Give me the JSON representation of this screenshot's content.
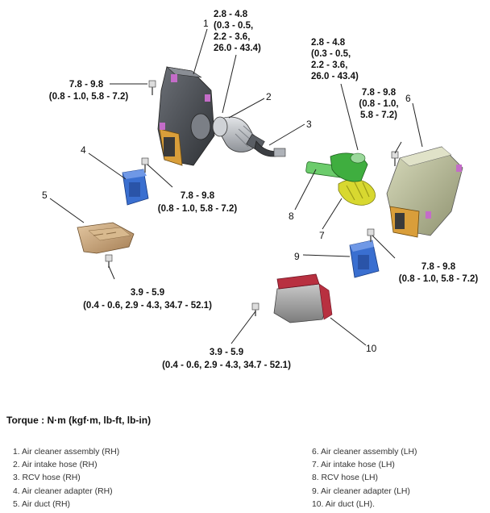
{
  "callouts": {
    "c1": "1",
    "c2": "2",
    "c3": "3",
    "c4": "4",
    "c5": "5",
    "c6": "6",
    "c7": "7",
    "c8": "8",
    "c9": "9",
    "c10": "10"
  },
  "torques": {
    "hose_rh": [
      "2.8 - 4.8",
      "(0.3 - 0.5,",
      "2.2 - 3.6,",
      "26.0 - 43.4)"
    ],
    "hose_lh": [
      "2.8 - 4.8",
      "(0.3 - 0.5,",
      "2.2 - 3.6,",
      "26.0 - 43.4)"
    ],
    "bolt_top_rh": [
      "7.8 - 9.8",
      "(0.8 - 1.0, 5.8 - 7.2)"
    ],
    "bolt_top_lh": [
      "7.8 - 9.8",
      "(0.8 - 1.0,",
      "5.8 - 7.2)"
    ],
    "bolt_mid_rh": [
      "7.8 - 9.8",
      "(0.8 - 1.0, 5.8 - 7.2)"
    ],
    "bolt_mid_lh": [
      "7.8 - 9.8",
      "(0.8 - 1.0, 5.8 - 7.2)"
    ],
    "duct_rh": [
      "3.9 - 5.9",
      "(0.4 - 0.6, 2.9 - 4.3, 34.7 - 52.1)"
    ],
    "duct_lh": [
      "3.9 - 5.9",
      "(0.4 - 0.6, 2.9 - 4.3, 34.7 - 52.1)"
    ]
  },
  "torque_unit_label": "Torque : N·m (kgf·m, lb-ft, lb-in)",
  "legend_left": [
    "1. Air cleaner assembly (RH)",
    "2. Air intake hose (RH)",
    "3. RCV hose (RH)",
    "4. Air cleaner adapter (RH)",
    "5. Air duct (RH)"
  ],
  "legend_right": [
    "6. Air cleaner assembly (LH)",
    "7. Air intake hose (LH)",
    "8. RCV hose (LH)",
    "9. Air cleaner adapter (LH)",
    "10. Air duct (LH)."
  ],
  "colors": {
    "housing_rh": "#4a4d52",
    "housing_lh": "#b4b794",
    "adapter": "#3a6fd0",
    "duct_rh": "#c9a47a",
    "duct_lh": "#9a9a9a",
    "hose_lh": "#d8d830",
    "rcv_lh": "#6ccc6c",
    "brace": "#d99e3a",
    "clip": "#c46cc8",
    "duct_lh_end": "#b83040"
  }
}
